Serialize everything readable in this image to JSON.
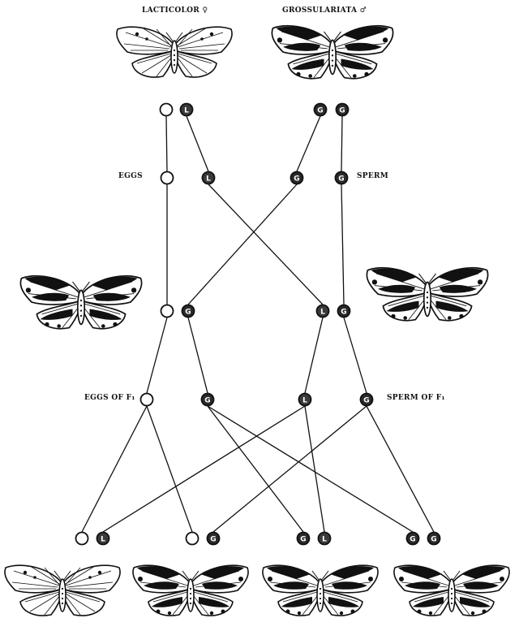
{
  "header": {
    "female_parent": "LACTICOLOR ♀",
    "male_parent": "GROSSULARIATA ♂"
  },
  "labels": {
    "eggs": "EGGS",
    "sperm": "SPERM",
    "eggs_f1": "EGGS OF F₁",
    "sperm_f1": "SPERM OF F₁"
  },
  "gene_symbols": {
    "lacticolor": "L",
    "grossulariata": "G"
  },
  "circle_rows": {
    "parents": [
      [
        "empty",
        "L"
      ],
      [
        "G",
        "G"
      ]
    ],
    "gametes": [
      "empty",
      "L",
      "G",
      "G"
    ],
    "f1": [
      [
        "empty",
        "G"
      ],
      [
        "L",
        "G"
      ]
    ],
    "f1_gametes": [
      "empty",
      "G",
      "L",
      "G"
    ],
    "f2": [
      [
        "empty",
        "L"
      ],
      [
        "empty",
        "G"
      ],
      [
        "G",
        "L"
      ],
      [
        "G",
        "G"
      ]
    ]
  },
  "butterflies": {
    "parent_female": "lacticolor-moth",
    "parent_male": "grossulariata-moth",
    "f1_left": "grossulariata-moth",
    "f1_right": "grossulariata-moth",
    "f2": [
      "lacticolor-moth",
      "grossulariata-moth",
      "grossulariata-moth",
      "grossulariata-moth"
    ]
  },
  "colors": {
    "ink": "#111111",
    "paper": "#ffffff"
  }
}
